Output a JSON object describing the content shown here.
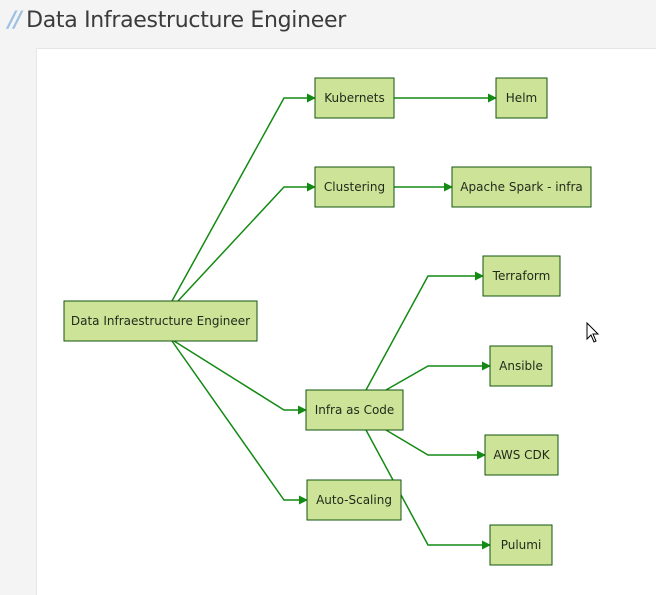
{
  "header": {
    "slashes": "//",
    "title": "Data Infraestructure Engineer"
  },
  "diagram": {
    "nodes": [
      {
        "id": "root",
        "label": "Data Infraestructure Engineer"
      },
      {
        "id": "kubernets",
        "label": "Kubernets"
      },
      {
        "id": "helm",
        "label": "Helm"
      },
      {
        "id": "clustering",
        "label": "Clustering"
      },
      {
        "id": "spark",
        "label": "Apache Spark - infra"
      },
      {
        "id": "iac",
        "label": "Infra as Code"
      },
      {
        "id": "terraform",
        "label": "Terraform"
      },
      {
        "id": "ansible",
        "label": "Ansible"
      },
      {
        "id": "cdk",
        "label": "AWS CDK"
      },
      {
        "id": "pulumi",
        "label": "Pulumi"
      },
      {
        "id": "autoscaling",
        "label": "Auto-Scaling"
      }
    ],
    "edges": [
      {
        "from": "root",
        "to": "kubernets"
      },
      {
        "from": "kubernets",
        "to": "helm"
      },
      {
        "from": "root",
        "to": "clustering"
      },
      {
        "from": "clustering",
        "to": "spark"
      },
      {
        "from": "root",
        "to": "iac"
      },
      {
        "from": "root",
        "to": "autoscaling"
      },
      {
        "from": "iac",
        "to": "terraform"
      },
      {
        "from": "iac",
        "to": "ansible"
      },
      {
        "from": "iac",
        "to": "cdk"
      },
      {
        "from": "iac",
        "to": "pulumi"
      }
    ],
    "colors": {
      "node_fill": "#cde498",
      "node_border": "#13540c",
      "edge": "#138a13"
    }
  }
}
